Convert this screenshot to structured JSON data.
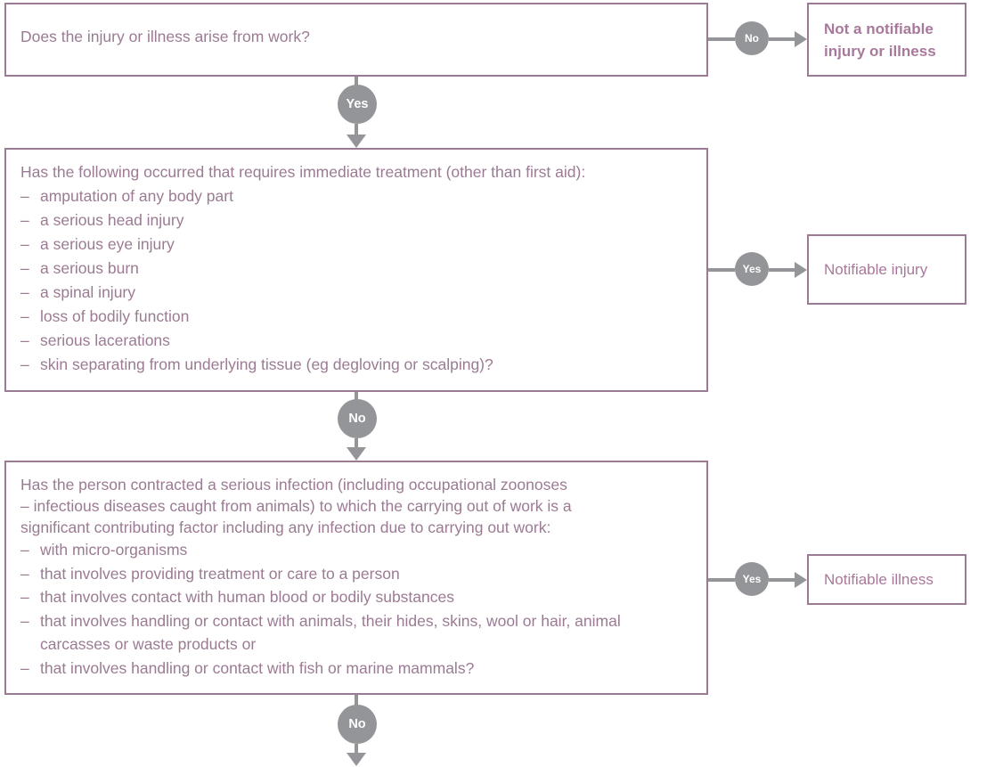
{
  "diagram": {
    "title": "Notifiable injury or illness decision flowchart",
    "colors": {
      "border": "#9b7b93",
      "text": "#9b7b93",
      "result_text": "#a8789b",
      "connector": "#939598",
      "background": "#ffffff"
    }
  },
  "questions": [
    {
      "id": "q1",
      "lead": "Does the injury or illness arise from work?",
      "items": []
    },
    {
      "id": "q2",
      "lead": "Has the following occurred that requires immediate treatment (other than first aid):",
      "items": [
        "amputation of any body part",
        "a serious head injury",
        "a serious eye injury",
        "a serious burn",
        "a spinal injury",
        "loss of bodily function",
        "serious lacerations",
        "skin separating from underlying tissue (eg degloving or scalping)?"
      ]
    },
    {
      "id": "q3",
      "lead_lines": [
        "Has the person contracted a serious infection (including occupational zoonoses",
        "– infectious diseases caught from animals) to which the carrying out of work is a",
        "significant contributing factor including any infection due to carrying out work:"
      ],
      "items": [
        "with micro-organisms",
        "that involves providing treatment or care to a person",
        "that involves contact with human blood or bodily substances",
        "that involves handling or contact with animals, their hides, skins, wool or hair, animal carcasses or waste products or",
        "that involves handling or contact with fish or marine mammals?"
      ]
    }
  ],
  "results": [
    {
      "id": "r1",
      "label": "Not a notifiable injury or illness",
      "bold": true
    },
    {
      "id": "r2",
      "label": "Notifiable injury",
      "bold": false
    },
    {
      "id": "r3",
      "label": "Notifiable illness",
      "bold": false
    }
  ],
  "connectors": {
    "q1_no": "No",
    "q1_yes": "Yes",
    "q2_yes": "Yes",
    "q2_no": "No",
    "q3_yes": "Yes",
    "q3_no": "No"
  },
  "bullet_dash": "–"
}
